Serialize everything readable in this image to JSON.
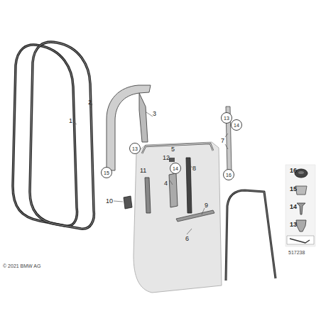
{
  "diagram": {
    "nodes": [
      {
        "text": [
          "13"
        ]
      },
      {
        "text": [
          "14"
        ]
      },
      {
        "text": [
          "13"
        ]
      },
      {
        "text": [
          "14"
        ]
      },
      {
        "text": [
          "15"
        ]
      },
      {
        "text": [
          "16"
        ]
      }
    ],
    "labels": [
      "2",
      "1",
      "3",
      "5",
      "12",
      "11",
      "7",
      "8",
      "4",
      "10",
      "9",
      "6",
      "16",
      "15",
      "14",
      "13",
      "© 2021 BMW AG",
      "517238"
    ]
  }
}
